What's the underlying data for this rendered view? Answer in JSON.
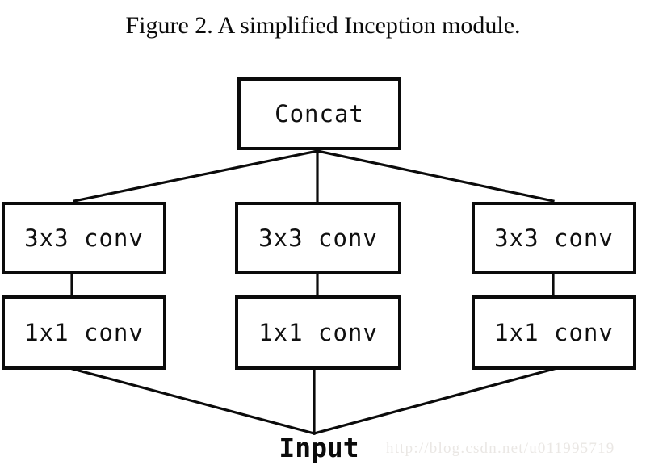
{
  "figure": {
    "title": "Figure 2. A simplified Inception module.",
    "ink_color": "#0b0b0b",
    "background_color": "#ffffff"
  },
  "diagram": {
    "type": "block-diagram",
    "output_node": {
      "label": "Concat"
    },
    "input_node": {
      "label": "Input"
    },
    "branches": [
      {
        "name": "left-branch",
        "nodes": [
          {
            "label": "3x3 conv"
          },
          {
            "label": "1x1 conv"
          }
        ]
      },
      {
        "name": "middle-branch",
        "nodes": [
          {
            "label": "3x3 conv"
          },
          {
            "label": "1x1 conv"
          }
        ]
      },
      {
        "name": "right-branch",
        "nodes": [
          {
            "label": "3x3 conv"
          },
          {
            "label": "1x1 conv"
          }
        ]
      }
    ]
  },
  "watermark": {
    "text": "http://blog.csdn.net/u011995719",
    "color": "#eae7e4"
  }
}
